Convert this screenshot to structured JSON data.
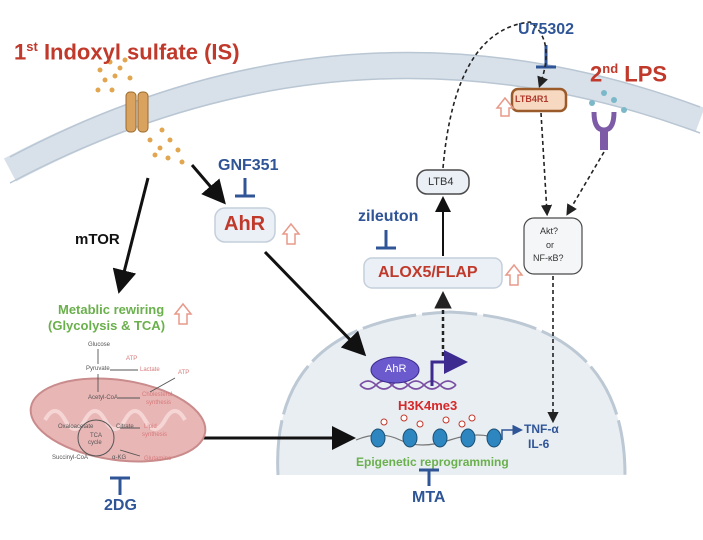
{
  "title_is": {
    "num": "1",
    "sup": "st",
    "text": "Indoxyl sulfate (IS)"
  },
  "title_lps": {
    "num": "2",
    "sup": "nd",
    "text": "LPS"
  },
  "inhibitors": {
    "u75302": "U75302",
    "gnf351": "GNF351",
    "zileuton": "zileuton",
    "dg": "2DG",
    "mta": "MTA"
  },
  "nodes": {
    "ltb4r1": "LTB4R1",
    "ltb4": "LTB4",
    "ahr_cyto": "AhR",
    "alox5": "ALOX5/FLAP",
    "akt": [
      "Akt?",
      "or",
      "NF-κB?"
    ],
    "ahr_nuc": "AhR",
    "h3k4me3": "H3K4me3",
    "tnf": "TNF-α",
    "il6": "IL-6",
    "epigenetic": "Epigenetic reprogramming",
    "mtor": "mTOR",
    "metabolic_1": "Metablic rewiring",
    "metabolic_2": "(Glycolysis & TCA)"
  },
  "metabolism": {
    "glucose": "Glucose",
    "pyruvate": "Pyruvate",
    "lactate": "Lactate",
    "atp1": "ATP",
    "atp2": "ATP",
    "acetyl_coa": "Acetyl-CoA",
    "cholesterol": [
      "Cholesterol",
      "synthesis"
    ],
    "oxaloacetate": "Oxaloacetate",
    "citrate": "Citrate",
    "lipid": [
      "Lipid",
      "synthesis"
    ],
    "tca": [
      "TCA",
      "cycle"
    ],
    "succinyl": "Succinyl-CoA",
    "akg": "α-KG",
    "glutamine": "Glutamine"
  },
  "colors": {
    "title_red": "#c0392b",
    "inhibitor_blue": "#2f5597",
    "metabolic_green": "#6ab04c",
    "up_arrow": "#e89a8a",
    "membrane": "#d8e1ea",
    "nucleus": "#e9eef3",
    "receptor": "#d9a35f",
    "histone": "#2e86c1",
    "ahr_purple": "#6a5acd"
  }
}
